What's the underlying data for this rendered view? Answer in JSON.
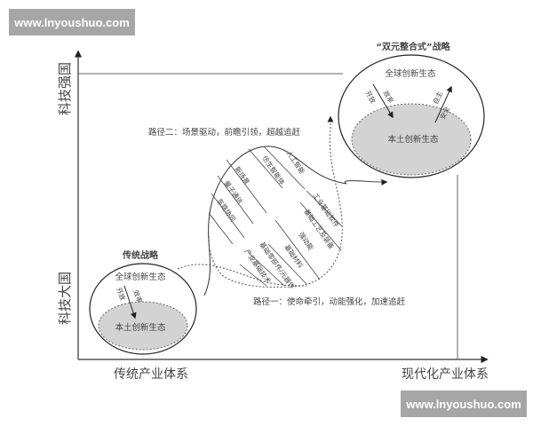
{
  "watermarks": {
    "top_left": "www.lnyoushuo.com",
    "bottom_right": "www.lnyoushuo.com"
  },
  "axes": {
    "y_top_label": "科技强国",
    "y_bottom_label": "科技大国",
    "x_left_label": "传统产业体系",
    "x_right_label": "现代化产业体系"
  },
  "left_ellipse": {
    "title": "传统战略",
    "outer": "全球创新生态",
    "inner": "本土创新生态",
    "arrow_a": "开放",
    "arrow_b": "效率"
  },
  "right_ellipse": {
    "title": "“双元整合式”战略",
    "outer": "全球创新生态",
    "inner": "本土创新生态",
    "down_a": "开放",
    "down_b": "效率",
    "up_a": "自主",
    "up_b": "安全"
  },
  "paths": {
    "path2": "路径二：场景驱动，前瞻引领，超越追赶",
    "path1": "路径一：使命牵引，动能强化，加速追赶"
  },
  "blob_items": [
    "仿生智能体",
    "人工智能",
    "新场景",
    "量子通信",
    "车路协同",
    "……",
    "工业基础软件",
    "基础工艺及装备",
    "强动能",
    "基础材料",
    "基础零部件/元器件",
    "产业基础技术"
  ],
  "colors": {
    "gray_fill": "#d3d3d3",
    "line": "#444444",
    "watermark": "#a6a6a6"
  }
}
